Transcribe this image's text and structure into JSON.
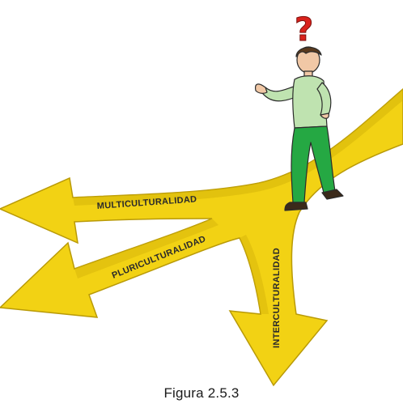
{
  "colors": {
    "arrow_fill": "#f2d214",
    "arrow_shade": "#d6b40a",
    "arrow_edge": "#b99a07",
    "question_mark": "#d9221c",
    "shirt": "#bfe3b0",
    "pants": "#25a843",
    "skin": "#f1c8a6",
    "hair": "#5a3a1e"
  },
  "diagram": {
    "question_icon": "question-mark-icon",
    "person_icon": "walking-man-icon",
    "paths": [
      {
        "label": "MULTICULTURALIDAD"
      },
      {
        "label": "PLURICULTURALIDAD"
      },
      {
        "label": "INTERCULTURALIDAD"
      }
    ]
  },
  "caption": "Figura 2.5.3"
}
